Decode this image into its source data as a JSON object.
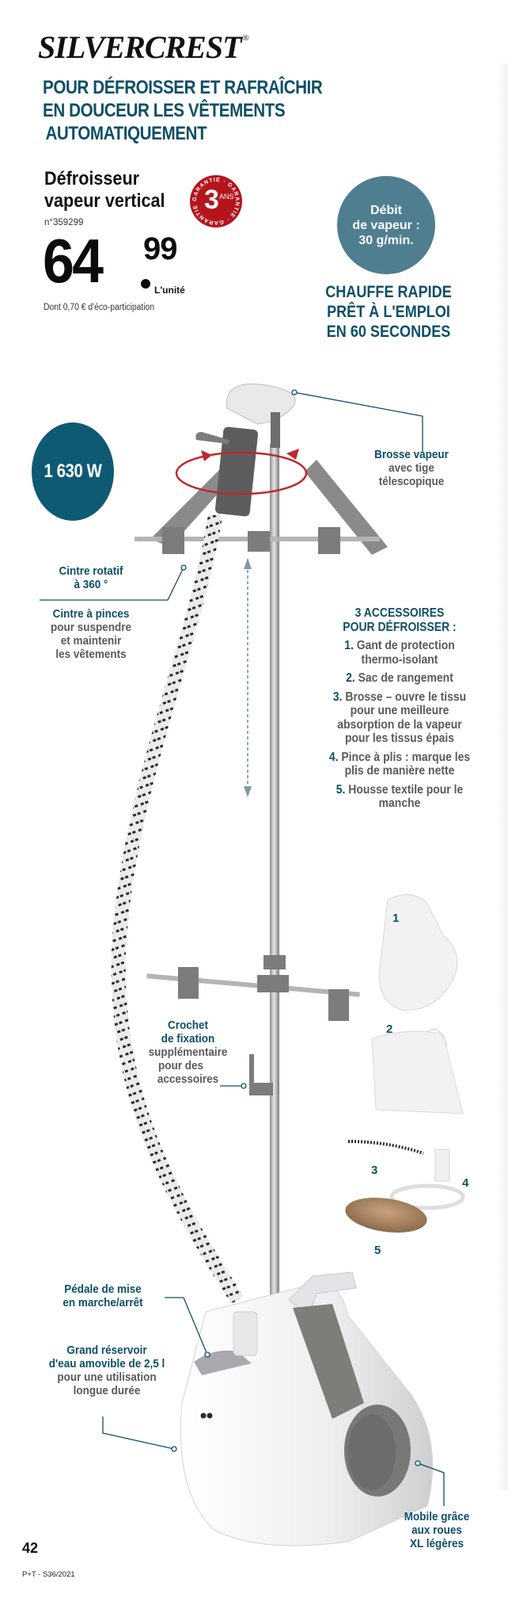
{
  "brand": {
    "name_part1": "Silver",
    "name_part2": "Crest",
    "registered": "®"
  },
  "headline": {
    "lines": [
      "POUR DÉFROISSER ET RAFRAÎCHIR",
      "EN DOUCEUR LES VÊTEMENTS",
      "AUTOMATIQUEMENT"
    ]
  },
  "product": {
    "name_line1": "Défroisseur",
    "name_line2": "vapeur vertical",
    "reference": "n°359299"
  },
  "guarantee": {
    "years": "3",
    "unit": "ANS",
    "ring_text": "GARANTIE · GARANTIE · GARANTIE ·",
    "color": "#b5141c"
  },
  "price": {
    "euros": "64",
    "cents": "99",
    "unit_label": "L'unité",
    "eco_participation": "Dont 0,70 € d'éco-participation"
  },
  "steam_badge": {
    "lines": [
      "Débit",
      "de vapeur :",
      "30 g/min."
    ],
    "color": "#4e7e90"
  },
  "quick_heat": {
    "lines": [
      "CHAUFFE RAPIDE",
      "PRÊT À L'EMPLOI",
      "EN 60 SECONDES"
    ]
  },
  "power_badge": {
    "label": "1 630 W",
    "color": "#0f5a73"
  },
  "callouts": {
    "brush": {
      "title": "Brosse vapeur",
      "desc_lines": [
        "avec tige",
        "télescopique"
      ]
    },
    "hanger": {
      "title_lines": [
        "Cintre rotatif",
        "à 360 °"
      ]
    },
    "clip_hanger": {
      "title": "Cintre à pinces",
      "desc_lines": [
        "pour suspendre",
        "et maintenir",
        "les vêtements"
      ]
    },
    "hook": {
      "title_lines": [
        "Crochet",
        "de fixation"
      ],
      "desc_lines": [
        "supplémentaire",
        "pour des",
        "accessoires"
      ]
    },
    "pedal": {
      "title_lines": [
        "Pédale de mise",
        "en marche/arrêt"
      ]
    },
    "tank": {
      "title_lines": [
        "Grand réservoir",
        "d'eau amovible de 2,5 l"
      ],
      "desc_lines": [
        "pour une utilisation",
        "longue durée"
      ]
    },
    "wheels": {
      "title_lines": [
        "Mobile grâce",
        "aux roues",
        "XL légères"
      ]
    }
  },
  "accessories": {
    "title_lines": [
      "3 ACCESSOIRES",
      "POUR DÉFROISSER :"
    ],
    "items": [
      {
        "num": "1.",
        "text": "Gant de protection thermo-isolant"
      },
      {
        "num": "2.",
        "text": "Sac de rangement"
      },
      {
        "num": "3.",
        "text": "Brosse – ouvre le tissu pour une meilleure absorption de la vapeur pour les tissus épais"
      },
      {
        "num": "4.",
        "text": "Pince à plis : marque les plis de manière nette"
      },
      {
        "num": "5.",
        "text": "Housse textile pour le manche"
      }
    ],
    "image_numbers": [
      "1",
      "2",
      "3",
      "4",
      "5"
    ]
  },
  "footer": {
    "page_number": "42",
    "code": "P+T - S36/2021"
  },
  "colors": {
    "teal": "#0e4f66",
    "grey_text": "#5a5a5a",
    "rotation_arrow": "#c0282a"
  }
}
